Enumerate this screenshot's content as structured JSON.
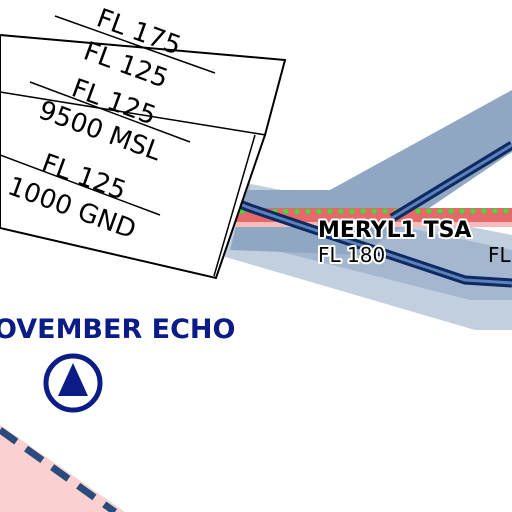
{
  "map": {
    "colors": {
      "corridor_light": "#cdd9e4",
      "corridor_dark": "#8fa7c3",
      "route_line": "#0d2a63",
      "route_fill": "#5d80b8",
      "restricted_red": "#e46a6a",
      "restricted_pink": "#f9c4c4",
      "boundary_dots": "#36e336",
      "navaid_blue": "#0b1c86",
      "dashed_boundary": "#2a4c7c",
      "text_black": "#000000"
    },
    "altitude_box": {
      "labels": [
        "FL 175",
        "FL 125",
        "FL 125",
        "9500 MSL",
        "FL 125",
        "1000 GND"
      ]
    },
    "tsa": {
      "name": "MERYL1 TSA",
      "level": "FL 180",
      "level_right": "FL"
    },
    "navaid": {
      "name": "OVEMBER ECHO",
      "icon": "triangle-in-circle-icon"
    }
  }
}
